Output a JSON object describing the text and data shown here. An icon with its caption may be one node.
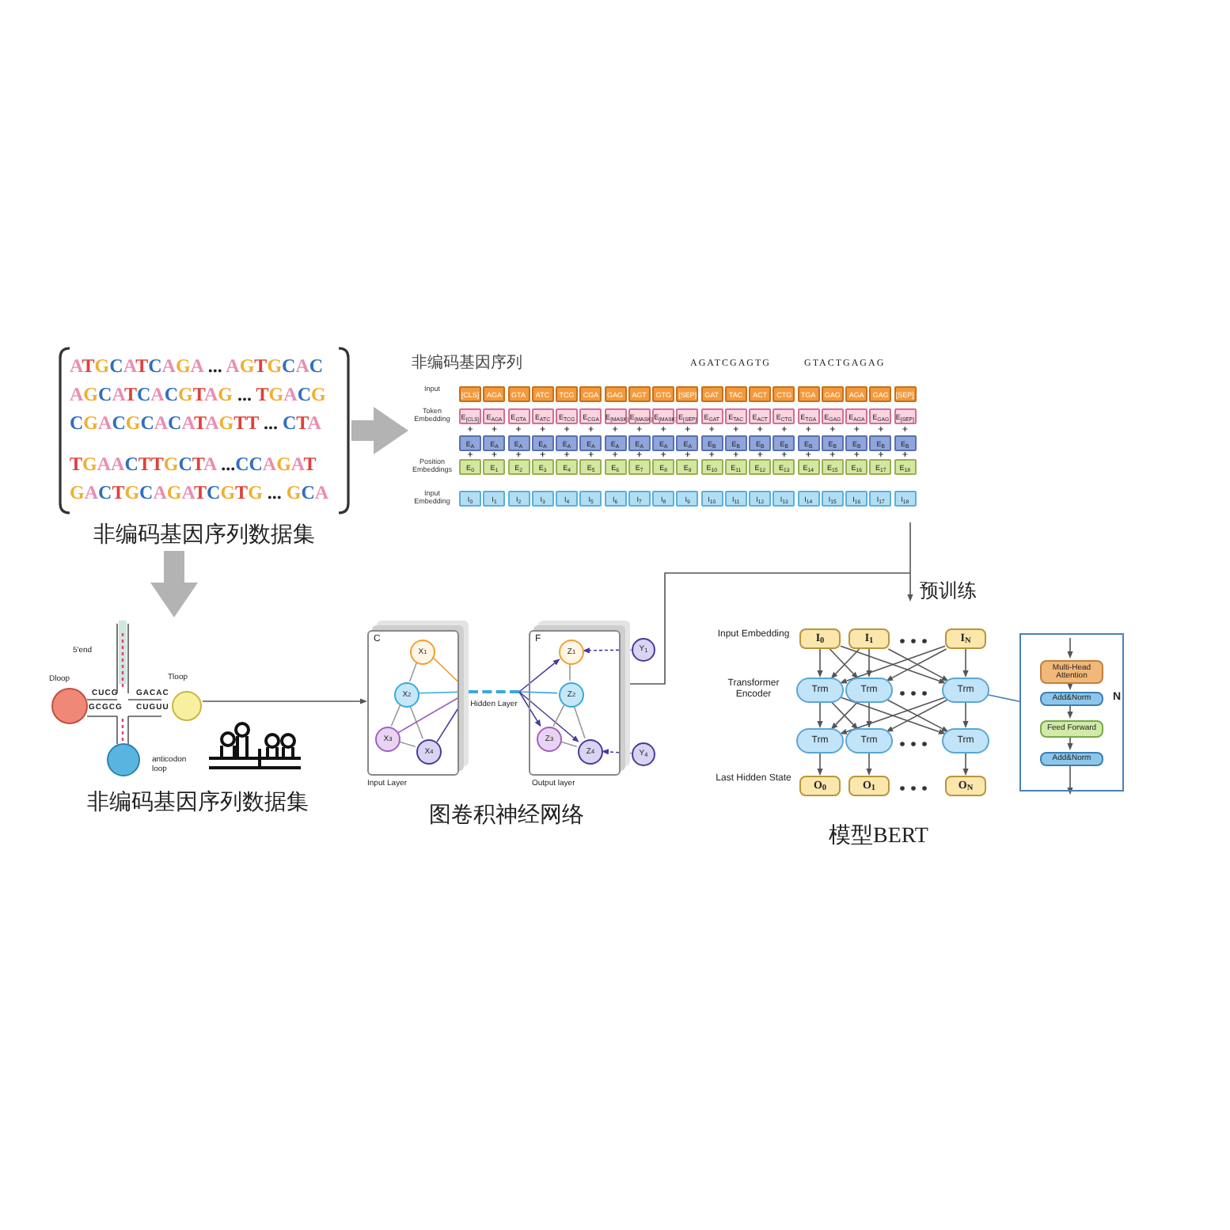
{
  "diagram": {
    "nodes": [
      {
        "text": [
          "ATGCATCAGA ... AGTGCAC",
          "AGCATCACGTAG ... TGACG",
          "CGACGCACATAGTT ... CTA",
          "TGAACTTGCTA ...CCAGAT",
          "GACTGCAGATCGTG ... GCA",
          "非编码基因序列数据集"
        ]
      },
      {
        "text": [
          "非编码基因序列"
        ]
      },
      {
        "text": [],
        "shape": "picture"
      },
      {
        "text": [],
        "shape": "picture"
      },
      {
        "text": [
          "C"
        ],
        "beside": [
          "Input Layer"
        ]
      },
      {
        "text": [
          "X$_{1}$"
        ],
        "in": 4
      },
      {
        "text": [
          "X$_{2}$"
        ],
        "in": 4
      },
      {
        "text": [
          "X$_{3}$"
        ],
        "in": 4
      },
      {
        "text": [
          "X$_{4}$"
        ],
        "in": 4
      },
      {
        "text": [],
        "shape": "bar",
        "beside": [
          "Hidden Layer"
        ]
      },
      {
        "text": [
          "F"
        ],
        "beside": [
          "Output layer"
        ]
      },
      {
        "text": [
          "Z$_{1}$"
        ],
        "in": 10
      },
      {
        "text": [
          "Z$_{2}$"
        ],
        "in": 10
      },
      {
        "text": [
          "Z$_{3}$"
        ],
        "in": 10
      },
      {
        "text": [
          "Z$_{4}$"
        ],
        "in": 10
      },
      {
        "text": [
          "Y$_{1}$"
        ]
      },
      {
        "text": [
          "Y$_{4}$"
        ]
      },
      {
        "text": [
          "I$_{0}$"
        ]
      },
      {
        "text": [
          "I$_{1}$"
        ]
      },
      {
        "text": [
          "I$_{N}$"
        ]
      },
      {
        "text": [
          "Trm"
        ]
      },
      {
        "text": [
          "Trm"
        ]
      },
      {
        "text": [
          "Trm"
        ]
      },
      {
        "text": [
          "Trm"
        ]
      },
      {
        "text": [
          "Trm"
        ]
      },
      {
        "text": [
          "Trm"
        ]
      },
      {
        "text": [
          "O$_{0}$"
        ]
      },
      {
        "text": [
          "O$_{1}$"
        ]
      },
      {
        "text": [
          "O$_{N}$"
        ]
      },
      {
        "text": [],
        "shape": "box"
      },
      {
        "text": [
          "Multi-Head Attention"
        ],
        "in": 29
      },
      {
        "text": [
          "Add&Norm"
        ],
        "in": 29
      },
      {
        "text": [
          "Feed Forward"
        ],
        "in": 29
      },
      {
        "text": [
          "Add&Norm"
        ],
        "in": 29
      }
    ],
    "edges": [
      {
        "from": 0,
        "to": 1,
        "arrow": "to",
        "style": "thick",
        "color": "#b3b3b3"
      },
      {
        "from": 0,
        "to": 2,
        "arrow": "to",
        "style": "thick",
        "color": "#b3b3b3"
      },
      {
        "from": 2,
        "to": 4,
        "arrow": "to"
      },
      {
        "from": 1,
        "to": null,
        "arrow": "to",
        "label": "预训练"
      },
      {
        "from": 10,
        "to": null,
        "arrow": "none"
      },
      {
        "from": 5,
        "to": 6,
        "arrow": "none",
        "color": "#999999"
      },
      {
        "from": 6,
        "to": 7,
        "arrow": "none",
        "color": "#999999"
      },
      {
        "from": 6,
        "to": 8,
        "arrow": "none",
        "color": "#999999"
      },
      {
        "from": 7,
        "to": 8,
        "arrow": "none",
        "color": "#999999"
      },
      {
        "from": 5,
        "to": 9,
        "arrow": "none",
        "color": "#f0a030"
      },
      {
        "from": 6,
        "to": 9,
        "arrow": "none",
        "color": "#3aa8dc"
      },
      {
        "from": 7,
        "to": 9,
        "arrow": "none",
        "color": "#a060c0"
      },
      {
        "from": 8,
        "to": 9,
        "arrow": "none",
        "color": "#4a3a9a"
      },
      {
        "from": 9,
        "to": 11,
        "arrow": "to",
        "color": "#4a3a9a"
      },
      {
        "from": 9,
        "to": 12,
        "arrow": "none",
        "color": "#3aa8dc"
      },
      {
        "from": 9,
        "to": 13,
        "arrow": "to",
        "color": "#4a3a9a"
      },
      {
        "from": 9,
        "to": 14,
        "arrow": "to",
        "color": "#4a3a9a"
      },
      {
        "from": 11,
        "to": 12,
        "arrow": "none",
        "color": "#999999"
      },
      {
        "from": 12,
        "to": 13,
        "arrow": "none",
        "color": "#999999"
      },
      {
        "from": 12,
        "to": 14,
        "arrow": "none",
        "color": "#999999"
      },
      {
        "from": 13,
        "to": 14,
        "arrow": "none",
        "color": "#999999"
      },
      {
        "from": 15,
        "to": 11,
        "arrow": "both",
        "style": "dashed",
        "color": "#4a3a9a"
      },
      {
        "from": 16,
        "to": 14,
        "arrow": "both",
        "style": "dashed",
        "color": "#4a3a9a"
      },
      {
        "from": 17,
        "to": 20,
        "arrow": "to"
      },
      {
        "from": 17,
        "to": 21,
        "arrow": "to"
      },
      {
        "from": 17,
        "to": 22,
        "arrow": "to"
      },
      {
        "from": 18,
        "to": 20,
        "arrow": "to"
      },
      {
        "from": 18,
        "to": 21,
        "arrow": "to"
      },
      {
        "from": 18,
        "to": 22,
        "arrow": "to"
      },
      {
        "from": 19,
        "to": 20,
        "arrow": "to"
      },
      {
        "from": 19,
        "to": 21,
        "arrow": "to"
      },
      {
        "from": 19,
        "to": 22,
        "arrow": "to"
      },
      {
        "from": 20,
        "to": 23,
        "arrow": "to"
      },
      {
        "from": 20,
        "to": 24,
        "arrow": "to"
      },
      {
        "from": 20,
        "to": 25,
        "arrow": "to"
      },
      {
        "from": 21,
        "to": 23,
        "arrow": "to"
      },
      {
        "from": 21,
        "to": 24,
        "arrow": "to"
      },
      {
        "from": 21,
        "to": 25,
        "arrow": "to"
      },
      {
        "from": 22,
        "to": 23,
        "arrow": "to"
      },
      {
        "from": 22,
        "to": 24,
        "arrow": "to"
      },
      {
        "from": 22,
        "to": 25,
        "arrow": "to"
      },
      {
        "from": 23,
        "to": 26,
        "arrow": "to"
      },
      {
        "from": 24,
        "to": 27,
        "arrow": "to"
      },
      {
        "from": 25,
        "to": 28,
        "arrow": "to"
      },
      {
        "from": 22,
        "to": 29,
        "arrow": "none",
        "color": "#4a7fc0"
      },
      {
        "from": null,
        "to": 30,
        "arrow": "to"
      },
      {
        "from": 30,
        "to": 31,
        "arrow": "to"
      },
      {
        "from": 31,
        "to": 32,
        "arrow": "to"
      },
      {
        "from": 32,
        "to": 33,
        "arrow": "to"
      },
      {
        "from": 33,
        "to": null,
        "arrow": "to"
      }
    ],
    "labels": [
      "AGATCGAGTG",
      "GTACTGAGAG",
      "Input",
      "[CLS]",
      "AGA",
      "GTA",
      "ATC",
      "TCG",
      "CGA",
      "GAG",
      "AGT",
      "GTG",
      "[SEP]",
      "GAT",
      "TAC",
      "ACT",
      "CTG",
      "TGA",
      "GAG",
      "AGA",
      "GAG",
      "[SEP]",
      "Token Embedding",
      "E$_{[CLS]}$",
      "E$_{AGA}$",
      "E$_{GTA}$",
      "E$_{ATC}$",
      "E$_{TCG}$",
      "E$_{CGA}$",
      "E$_{[MASK]}$",
      "E$_{[MASK]}$",
      "E$_{[MASK]}$",
      "E$_{[SEP]}$",
      "E$_{GAT}$",
      "E$_{TAC}$",
      "E$_{ACT}$",
      "E$_{CTG}$",
      "E$_{TGA}$",
      "E$_{GAG}$",
      "E$_{AGA}$",
      "E$_{GAG}$",
      "E$_{[SEP]}$",
      "E$_{A}$",
      "E$_{A}$",
      "E$_{A}$",
      "E$_{A}$",
      "E$_{A}$",
      "E$_{A}$",
      "E$_{A}$",
      "E$_{A}$",
      "E$_{A}$",
      "E$_{A}$",
      "E$_{B}$",
      "E$_{B}$",
      "E$_{B}$",
      "E$_{B}$",
      "E$_{B}$",
      "E$_{B}$",
      "E$_{B}$",
      "E$_{B}$",
      "E$_{B}$",
      "Position Embeddings",
      "E$_{0}$",
      "E$_{1}$",
      "E$_{2}$",
      "E$_{3}$",
      "E$_{4}$",
      "E$_{5}$",
      "E$_{6}$",
      "E$_{7}$",
      "E$_{8}$",
      "E$_{9}$",
      "E$_{10}$",
      "E$_{11}$",
      "E$_{12}$",
      "E$_{13}$",
      "E$_{14}$",
      "E$_{15}$",
      "E$_{16}$",
      "E$_{17}$",
      "E$_{18}$",
      "Input Embedding",
      "I$_{0}$",
      "I$_{1}$",
      "I$_{2}$",
      "I$_{3}$",
      "I$_{4}$",
      "I$_{5}$",
      "I$_{6}$",
      "I$_{7}$",
      "I$_{8}$",
      "I$_{9}$",
      "I$_{10}$",
      "I$_{11}$",
      "I$_{12}$",
      "I$_{13}$",
      "I$_{14}$",
      "I$_{15}$",
      "I$_{16}$",
      "I$_{17}$",
      "I$_{18}$",
      "5'end",
      "Dloop",
      "Tloop",
      "anticodon loop",
      "GACAC",
      "CUGUU",
      "CUCG",
      "GCGCG",
      "非编码基因序列数据集",
      "图卷积神经网络",
      "Input Embedding",
      "Transformer Encoder",
      "Last Hidden State",
      "N",
      "模型BERT"
    ]
  }
}
